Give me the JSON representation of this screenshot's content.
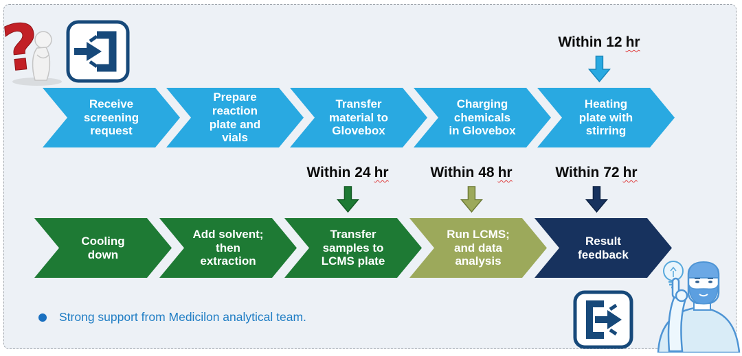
{
  "panel": {
    "outer_background": "#FFFFFF",
    "background": "#EDF1F6",
    "border_color": "#9FA5AC"
  },
  "colors": {
    "process_blue": "#29A9E1",
    "process_green": "#1E7A34",
    "process_olive": "#9CA95B",
    "process_navy": "#17325E",
    "annotation_text": "#0B0B0B",
    "spellcheck_underline": "#E04040",
    "footnote_text": "#1F7DC4",
    "icon_blue": "#17497A"
  },
  "process": {
    "rows": [
      {
        "steps": [
          {
            "label": "Receive\nscreening\nrequest"
          },
          {
            "label": "Prepare\nreaction\nplate and\nvials"
          },
          {
            "label": "Transfer\nmaterial to\nGlovebox"
          },
          {
            "label": "Charging\nchemicals\nin Glovebox"
          },
          {
            "label": "Heating\nplate with\nstirring"
          }
        ]
      },
      {
        "steps": [
          {
            "label": "Cooling\ndown"
          },
          {
            "label": "Add solvent;\nthen\nextraction"
          },
          {
            "label": "Transfer\nsamples to\nLCMS plate"
          },
          {
            "label": "Run LCMS;\nand data\nanalysis"
          },
          {
            "label": "Result\nfeedback"
          }
        ]
      }
    ]
  },
  "annotations": [
    {
      "prefix": "Within 12",
      "unit": "hr",
      "arrow_color": "#29A9E1"
    },
    {
      "prefix": "Within 24",
      "unit": "hr",
      "arrow_color": "#1E7A34"
    },
    {
      "prefix": "Within 48",
      "unit": "hr",
      "arrow_color": "#9CA95B"
    },
    {
      "prefix": "Within 72",
      "unit": "hr",
      "arrow_color": "#17325E"
    }
  ],
  "footnote": {
    "text": "Strong support from Medicilon analytical team."
  },
  "icons": {
    "top_left_question": "thinking-figure-with-red-question-mark",
    "top_left_enter": "login-enter-arrow",
    "bottom_right_exit": "logout-exit-arrow",
    "bottom_right_analyst": "analyst-pointing-at-lightbulb"
  }
}
